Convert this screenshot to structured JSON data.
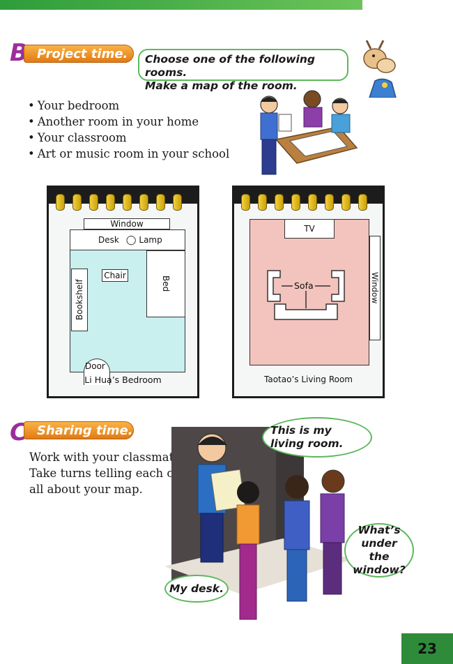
{
  "section_b": {
    "letter": "B",
    "tag": "Project time.",
    "instruction_line1": "Choose one of the following rooms.",
    "instruction_line2": "Make a map of the room.",
    "options": [
      "Your bedroom",
      "Another room in your home",
      "Your classroom",
      "Art or music room in your school"
    ]
  },
  "map1": {
    "window": "Window",
    "desk": "Desk",
    "lamp": "Lamp",
    "chair": "Chair",
    "bookshelf": "Bookshelf",
    "bed": "Bed",
    "door": "Door",
    "caption": "Li Hua’s Bedroom"
  },
  "map2": {
    "tv": "TV",
    "sofa": "Sofa",
    "window": "Window",
    "caption": "Taotao’s Living Room"
  },
  "section_c": {
    "letter": "C",
    "tag": "Sharing time.",
    "text_line1": "Work with your classmates.",
    "text_line2": "Take turns telling each other",
    "text_line3": "all about your map.",
    "bubble_living_room": "This is my living room.",
    "bubble_window": "What’s under the window?",
    "bubble_desk": "My desk."
  },
  "page_number": "23",
  "colors": {
    "accent_green": "#2e9d3a",
    "tag_orange": "#e27a14",
    "letter_purple": "#9b2f9a",
    "map1_fill": "#c9efef",
    "map2_fill": "#f3c3bd"
  }
}
